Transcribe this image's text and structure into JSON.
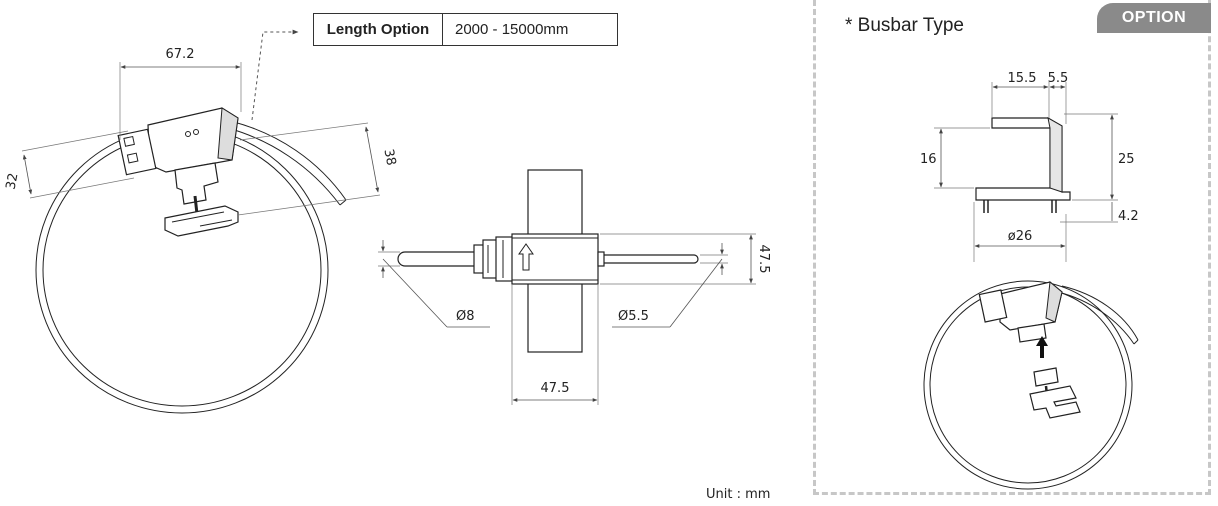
{
  "length_option": {
    "label": "Length Option",
    "value": "2000 - 15000mm"
  },
  "unit_note": "Unit : mm",
  "option_panel": {
    "badge": "OPTION",
    "title": "* Busbar Type"
  },
  "dimensions": {
    "clamp_width": "67.2",
    "side_left": "32",
    "side_right": "38",
    "rod_diameter": "Ø8",
    "tip_diameter": "Ø5.5",
    "body_width": "47.5",
    "body_height": "47.5",
    "busbar_15_5": "15.5",
    "busbar_5_5": "5.5",
    "busbar_16": "16",
    "busbar_25": "25",
    "busbar_4_2": "4.2",
    "busbar_d26": "ø26"
  }
}
